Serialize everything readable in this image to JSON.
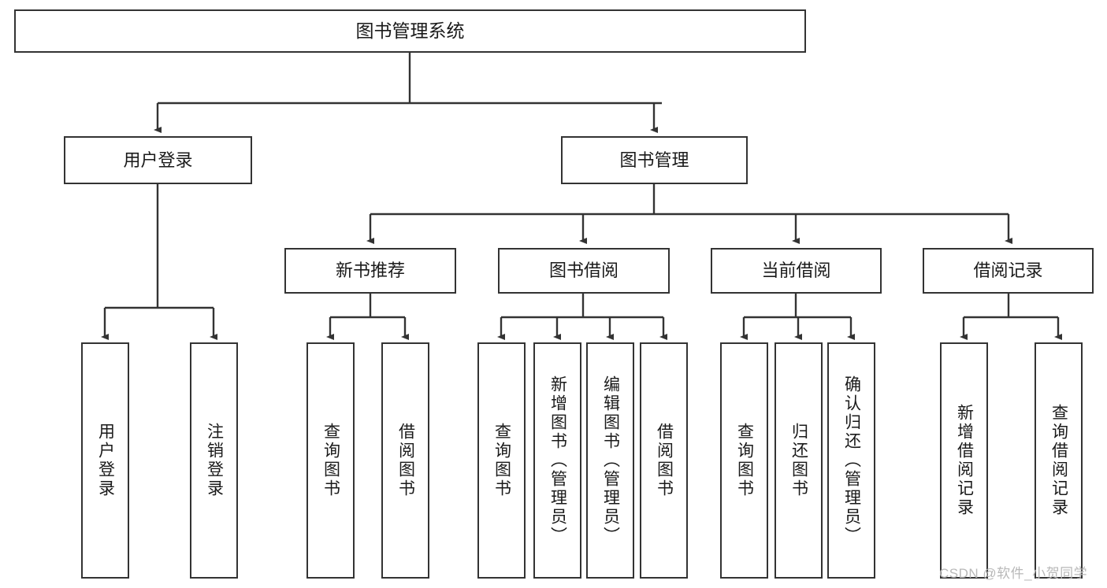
{
  "diagram": {
    "title": "图书管理系统",
    "type": "tree",
    "watermark": "CSDN @软件_小贺同学",
    "colors": {
      "box_border": "#333333",
      "box_fill": "#ffffff",
      "connector": "#333333",
      "text": "#1a1a1a",
      "watermark": "#b8b8b8"
    },
    "nodes": {
      "root": {
        "label": "图书管理系统"
      },
      "level2": [
        {
          "label": "用户登录"
        },
        {
          "label": "图书管理"
        }
      ],
      "level3": [
        {
          "label": "新书推荐"
        },
        {
          "label": "图书借阅"
        },
        {
          "label": "当前借阅"
        },
        {
          "label": "借阅记录"
        }
      ],
      "leaves": {
        "user_login": [
          {
            "label": "用户登录"
          },
          {
            "label": "注销登录"
          }
        ],
        "new_book_recommend": [
          {
            "label": "查询图书"
          },
          {
            "label": "借阅图书"
          }
        ],
        "book_borrow": [
          {
            "label": "查询图书"
          },
          {
            "label": "新增图书（管理员）"
          },
          {
            "label": "编辑图书（管理员）"
          },
          {
            "label": "借阅图书"
          }
        ],
        "current_borrow": [
          {
            "label": "查询图书"
          },
          {
            "label": "归还图书"
          },
          {
            "label": "确认归还（管理员）"
          }
        ],
        "borrow_record": [
          {
            "label": "新增借阅记录"
          },
          {
            "label": "查询借阅记录"
          }
        ]
      }
    }
  }
}
